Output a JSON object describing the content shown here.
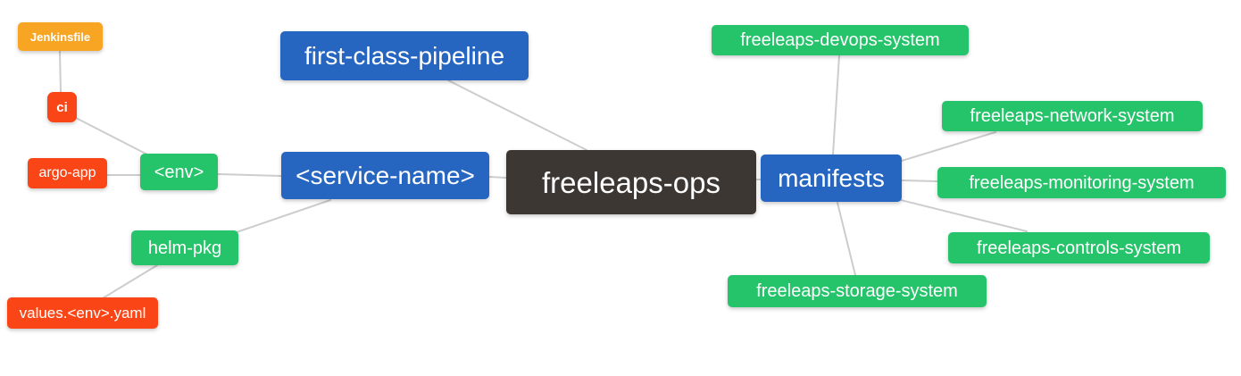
{
  "diagram": {
    "title": "freeleaps-ops mind map",
    "palette": {
      "blue": "#2666c0",
      "green": "#25c36a",
      "red": "#fa4616",
      "orange": "#f8a523",
      "dark": "#3c3733",
      "edge": "#cdcdcd",
      "text": "#ffffff",
      "background": "#ffffff"
    },
    "nodes": [
      {
        "id": "jenkinsfile",
        "label": "Jenkinsfile",
        "color": "orange"
      },
      {
        "id": "ci",
        "label": "ci",
        "color": "red"
      },
      {
        "id": "argo-app",
        "label": "argo-app",
        "color": "red"
      },
      {
        "id": "env",
        "label": "<env>",
        "color": "green"
      },
      {
        "id": "first-class-pipeline",
        "label": "first-class-pipeline",
        "color": "blue"
      },
      {
        "id": "service-name",
        "label": "<service-name>",
        "color": "blue"
      },
      {
        "id": "freeleaps-ops",
        "label": "freeleaps-ops",
        "color": "dark"
      },
      {
        "id": "manifests",
        "label": "manifests",
        "color": "blue"
      },
      {
        "id": "freeleaps-devops-system",
        "label": "freeleaps-devops-system",
        "color": "green"
      },
      {
        "id": "freeleaps-network-system",
        "label": "freeleaps-network-system",
        "color": "green"
      },
      {
        "id": "freeleaps-monitoring-system",
        "label": "freeleaps-monitoring-system",
        "color": "green"
      },
      {
        "id": "freeleaps-controls-system",
        "label": "freeleaps-controls-system",
        "color": "green"
      },
      {
        "id": "freeleaps-storage-system",
        "label": "freeleaps-storage-system",
        "color": "green"
      },
      {
        "id": "helm-pkg",
        "label": "helm-pkg",
        "color": "green"
      },
      {
        "id": "values-env-yaml",
        "label": "values.<env>.yaml",
        "color": "red"
      }
    ],
    "edges": [
      {
        "from": "jenkinsfile",
        "to": "ci"
      },
      {
        "from": "ci",
        "to": "env"
      },
      {
        "from": "argo-app",
        "to": "env"
      },
      {
        "from": "env",
        "to": "service-name"
      },
      {
        "from": "helm-pkg",
        "to": "service-name"
      },
      {
        "from": "values-env-yaml",
        "to": "helm-pkg"
      },
      {
        "from": "first-class-pipeline",
        "to": "freeleaps-ops"
      },
      {
        "from": "service-name",
        "to": "freeleaps-ops"
      },
      {
        "from": "freeleaps-ops",
        "to": "manifests"
      },
      {
        "from": "manifests",
        "to": "freeleaps-devops-system"
      },
      {
        "from": "manifests",
        "to": "freeleaps-network-system"
      },
      {
        "from": "manifests",
        "to": "freeleaps-monitoring-system"
      },
      {
        "from": "manifests",
        "to": "freeleaps-controls-system"
      },
      {
        "from": "manifests",
        "to": "freeleaps-storage-system"
      }
    ]
  }
}
